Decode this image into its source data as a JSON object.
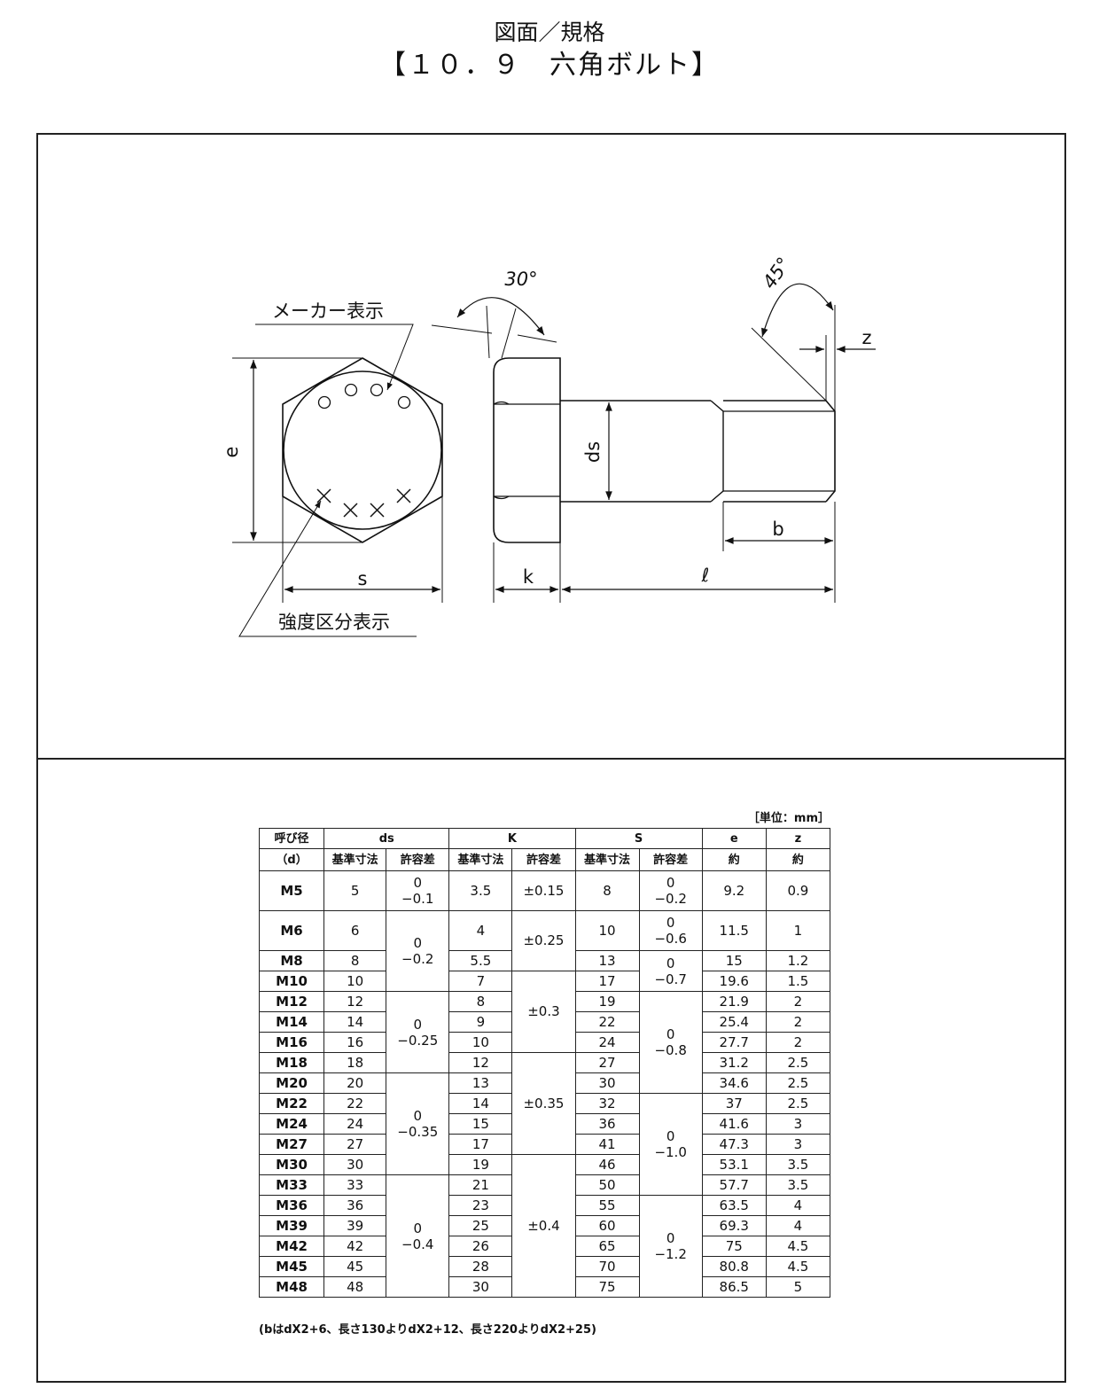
{
  "title": {
    "line1": "図面／規格",
    "line2": "【１０．９　六角ボルト】"
  },
  "drawing": {
    "labels": {
      "maker_mark": "メーカー表示",
      "strength_mark": "強度区分表示",
      "e": "e",
      "s": "s",
      "k": "k",
      "ds": "ds",
      "b": "b",
      "l": "ℓ",
      "z": "z",
      "angle30": "30°",
      "angle45": "45°"
    }
  },
  "table": {
    "unit": "［単位：mm］",
    "header1": {
      "nominal": "呼び径",
      "ds": "ds",
      "k": "K",
      "s": "S",
      "e": "e",
      "z": "z"
    },
    "header2": {
      "d": "（d）",
      "basic1": "基準寸法",
      "tol1": "許容差",
      "basic2": "基準寸法",
      "tol2": "許容差",
      "basic3": "基準寸法",
      "tol3": "許容差",
      "e_approx": "約",
      "z_approx": "約"
    },
    "rows": [
      {
        "d": "M5",
        "ds": "5",
        "k": "3.5",
        "s": "8",
        "e": "9.2",
        "z": "0.9"
      },
      {
        "d": "M6",
        "ds": "6",
        "k": "4",
        "s": "10",
        "e": "11.5",
        "z": "1"
      },
      {
        "d": "M8",
        "ds": "8",
        "k": "5.5",
        "s": "13",
        "e": "15",
        "z": "1.2"
      },
      {
        "d": "M10",
        "ds": "10",
        "k": "7",
        "s": "17",
        "e": "19.6",
        "z": "1.5"
      },
      {
        "d": "M12",
        "ds": "12",
        "k": "8",
        "s": "19",
        "e": "21.9",
        "z": "2"
      },
      {
        "d": "M14",
        "ds": "14",
        "k": "9",
        "s": "22",
        "e": "25.4",
        "z": "2"
      },
      {
        "d": "M16",
        "ds": "16",
        "k": "10",
        "s": "24",
        "e": "27.7",
        "z": "2"
      },
      {
        "d": "M18",
        "ds": "18",
        "k": "12",
        "s": "27",
        "e": "31.2",
        "z": "2.5"
      },
      {
        "d": "M20",
        "ds": "20",
        "k": "13",
        "s": "30",
        "e": "34.6",
        "z": "2.5"
      },
      {
        "d": "M22",
        "ds": "22",
        "k": "14",
        "s": "32",
        "e": "37",
        "z": "2.5"
      },
      {
        "d": "M24",
        "ds": "24",
        "k": "15",
        "s": "36",
        "e": "41.6",
        "z": "3"
      },
      {
        "d": "M27",
        "ds": "27",
        "k": "17",
        "s": "41",
        "e": "47.3",
        "z": "3"
      },
      {
        "d": "M30",
        "ds": "30",
        "k": "19",
        "s": "46",
        "e": "53.1",
        "z": "3.5"
      },
      {
        "d": "M33",
        "ds": "33",
        "k": "21",
        "s": "50",
        "e": "57.7",
        "z": "3.5"
      },
      {
        "d": "M36",
        "ds": "36",
        "k": "23",
        "s": "55",
        "e": "63.5",
        "z": "4"
      },
      {
        "d": "M39",
        "ds": "39",
        "k": "25",
        "s": "60",
        "e": "69.3",
        "z": "4"
      },
      {
        "d": "M42",
        "ds": "42",
        "k": "26",
        "s": "65",
        "e": "75",
        "z": "4.5"
      },
      {
        "d": "M45",
        "ds": "45",
        "k": "28",
        "s": "70",
        "e": "80.8",
        "z": "4.5"
      },
      {
        "d": "M48",
        "ds": "48",
        "k": "30",
        "s": "75",
        "e": "86.5",
        "z": "5"
      }
    ],
    "ds_tol": [
      {
        "upper": "0",
        "lower": "−0.1"
      },
      {
        "upper": "0",
        "lower": "−0.2"
      },
      {
        "upper": "0",
        "lower": "−0.25"
      },
      {
        "upper": "0",
        "lower": "−0.35"
      },
      {
        "upper": "0",
        "lower": "−0.4"
      }
    ],
    "k_tol": [
      "±0.15",
      "±0.25",
      "±0.3",
      "±0.35",
      "±0.4"
    ],
    "s_tol": [
      {
        "upper": "0",
        "lower": "−0.2"
      },
      {
        "upper": "0",
        "lower": "−0.6"
      },
      {
        "upper": "0",
        "lower": "−0.7"
      },
      {
        "upper": "0",
        "lower": "−0.8"
      },
      {
        "upper": "0",
        "lower": "−1.0"
      },
      {
        "upper": "0",
        "lower": "−1.2"
      }
    ],
    "note": "(bはdX2+6、長さ130よりdX2+12、長さ220よりdX2+25)"
  }
}
